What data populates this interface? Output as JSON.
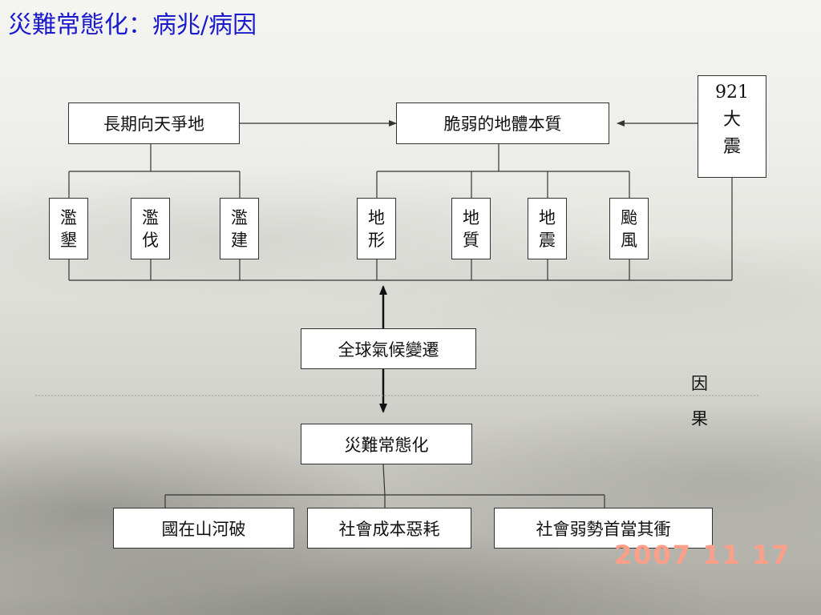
{
  "title": "災難常態化：病兆/病因",
  "top_boxes": {
    "land_use": "長期向天爭地",
    "fragile": "脆弱的地體本質",
    "quake921_number": "921",
    "quake921_chars": [
      "大",
      "震"
    ]
  },
  "human_causes": [
    [
      "濫",
      "墾"
    ],
    [
      "濫",
      "伐"
    ],
    [
      "濫",
      "建"
    ]
  ],
  "natural_causes": [
    [
      "地",
      "形"
    ],
    [
      "地",
      "質"
    ],
    [
      "地",
      "震"
    ],
    [
      "颱",
      "風"
    ]
  ],
  "climate_change": "全球氣候變遷",
  "divider_labels": {
    "cause": "因",
    "effect": "果"
  },
  "result": "災難常態化",
  "consequences": [
    "國在山河破",
    "社會成本惡耗",
    "社會弱勢首當其衝"
  ],
  "date_stamp": "2007 11 17",
  "colors": {
    "title": "#1a1acc",
    "stamp": "#ff9f8a",
    "line": "#333333"
  }
}
